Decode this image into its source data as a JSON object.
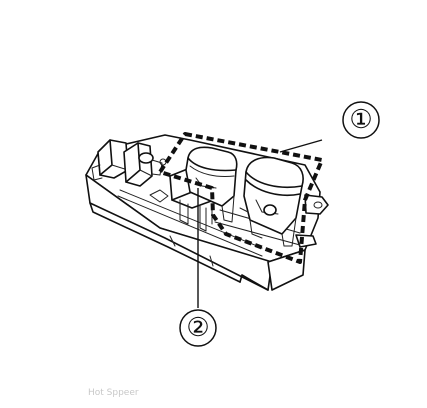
{
  "callouts": [
    {
      "id": "1",
      "label": "①"
    },
    {
      "id": "2",
      "label": "②"
    }
  ],
  "watermark_text": "Hot Sppeer",
  "colors": {
    "line": "#111111",
    "background": "#ffffff"
  }
}
